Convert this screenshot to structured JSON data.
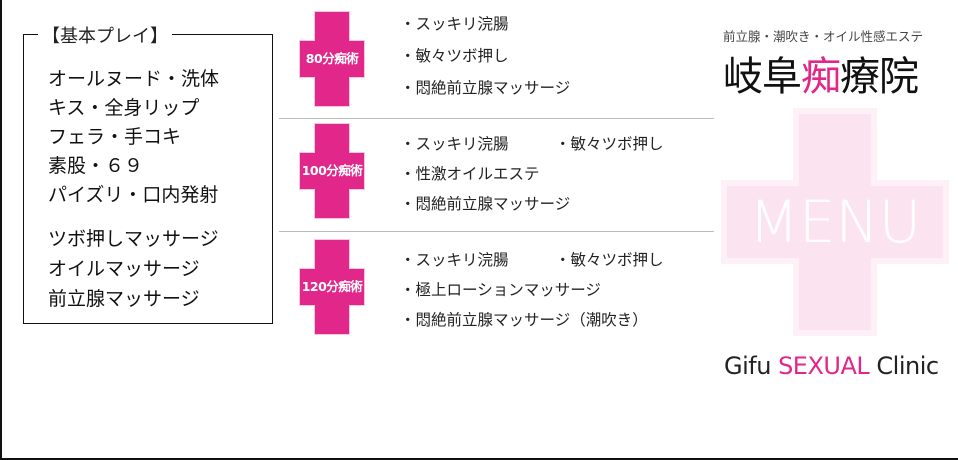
{
  "basic_play": {
    "title": "【基本プレイ】",
    "items": [
      "オールヌード・洗体",
      "キス・全身リップ",
      "フェラ・手コキ",
      "素股・６９",
      "パイズリ・口内発射",
      "ツボ押しマッサージ",
      "オイルマッサージ",
      "前立腺マッサージ"
    ]
  },
  "courses": [
    {
      "label": "80分痴術",
      "items": [
        "・スッキリ浣腸",
        "・敏々ツボ押し",
        "・悶絶前立腺マッサージ"
      ]
    },
    {
      "label": "100分痴術",
      "items": [
        "・スッキリ浣腸",
        "・敏々ツボ押し",
        "・性激オイルエステ",
        "・悶絶前立腺マッサージ"
      ]
    },
    {
      "label": "120分痴術",
      "items": [
        "・スッキリ浣腸",
        "・敏々ツボ押し",
        "・極上ローションマッサージ",
        "・悶絶前立腺マッサージ（潮吹き）"
      ]
    }
  ],
  "brand": {
    "subtitle": "前立腺・潮吹き・オイル性感エステ",
    "title_a": "岐阜",
    "title_pink": "痴",
    "title_b": "療院",
    "menu": "MENU",
    "eng_a": "Gifu ",
    "eng_pink": "SEXUAL",
    "eng_b": " Clinic"
  },
  "colors": {
    "accent": "#e2278a",
    "pale": "#fbe4ef"
  }
}
